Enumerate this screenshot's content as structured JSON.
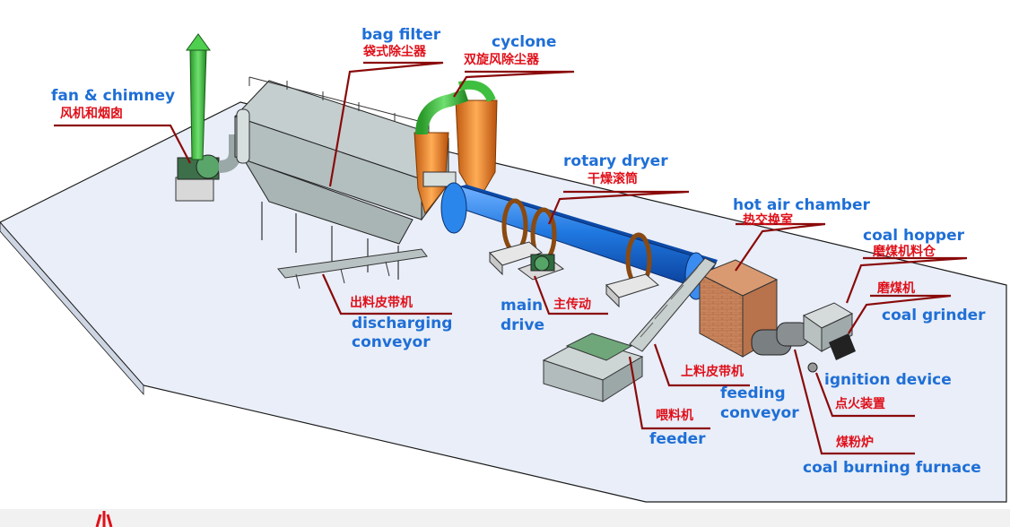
{
  "labels": {
    "bag_filter": {
      "en": "bag filter",
      "cn": "袋式除尘器"
    },
    "cyclone": {
      "en": "cyclone",
      "cn": "双旋风除尘器"
    },
    "fan_chimney": {
      "en": "fan & chimney",
      "cn": "风机和烟囱"
    },
    "rotary_dryer": {
      "en": "rotary dryer",
      "cn": "干燥滚筒"
    },
    "hot_air_chamber": {
      "en": "hot air chamber",
      "cn": "热交换室"
    },
    "coal_hopper": {
      "en": "coal hopper",
      "cn": "磨煤机料仓"
    },
    "coal_grinder": {
      "en": "coal grinder",
      "cn": "磨煤机"
    },
    "ignition_device": {
      "en": "ignition device",
      "cn": "点火装置"
    },
    "coal_burning_furnace": {
      "en": "coal burning furnace",
      "cn": "煤粉炉"
    },
    "discharging_conveyor": {
      "en": [
        "discharging",
        "conveyor"
      ],
      "cn": "出料皮带机"
    },
    "main_drive": {
      "en": [
        "main",
        "drive"
      ],
      "cn": "主传动"
    },
    "feeding_conveyor": {
      "en": [
        "feeding",
        "conveyor"
      ],
      "cn": "上料皮带机"
    },
    "feeder": {
      "en": "feeder",
      "cn": "喂料机"
    }
  },
  "colors": {
    "english_label": "#1f6fd6",
    "chinese_label": "#e0101a",
    "leader_line": "#8a0a0a",
    "floor": "#e9eef8",
    "dryer_drum": "#1f78e0",
    "chimney": "#3fbf3f",
    "cyclone": "#f08a22",
    "bag_filter": "#b9c4c4",
    "hot_air_chamber": "#c8825a"
  }
}
